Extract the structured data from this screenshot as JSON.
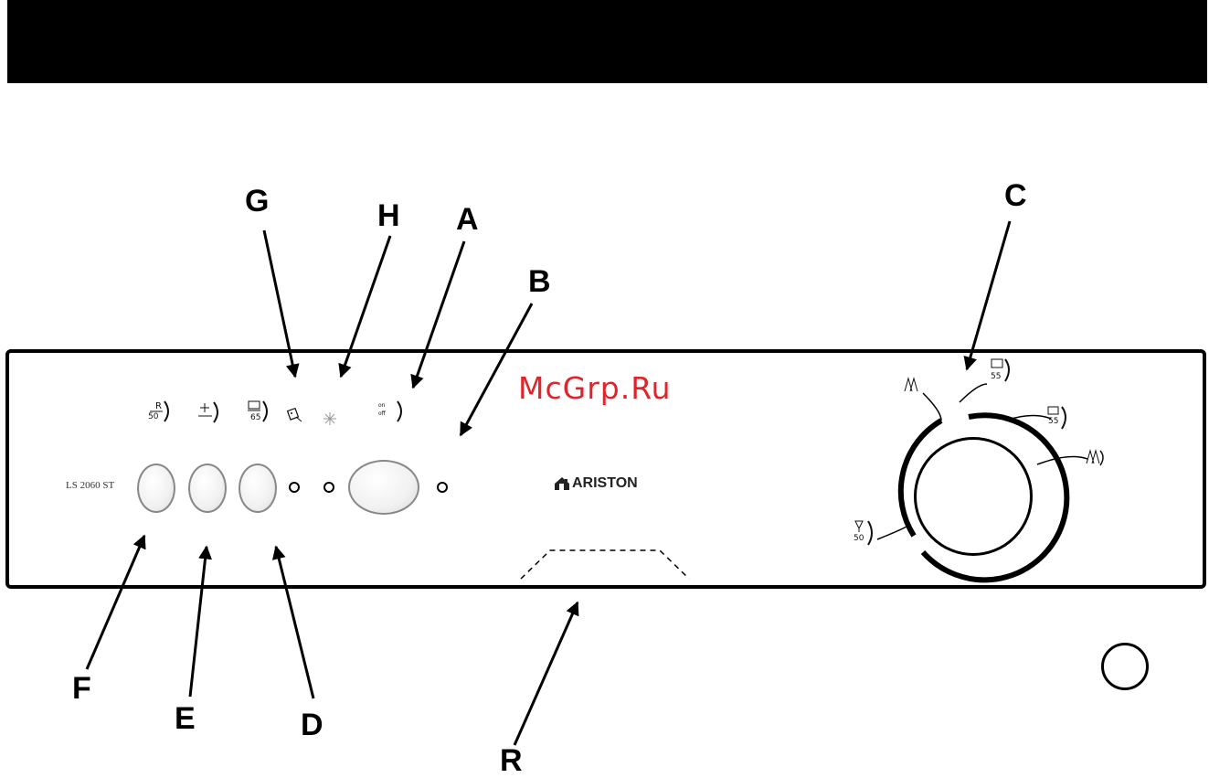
{
  "panel": {
    "model_label": "LS 2060 ST",
    "brand_name": "ARISTON",
    "watermark_text": "McGrp.Ru"
  },
  "callouts": [
    {
      "id": "G",
      "label": "G"
    },
    {
      "id": "H",
      "label": "H"
    },
    {
      "id": "A",
      "label": "A"
    },
    {
      "id": "B",
      "label": "B"
    },
    {
      "id": "C",
      "label": "C"
    },
    {
      "id": "F",
      "label": "F"
    },
    {
      "id": "E",
      "label": "E"
    },
    {
      "id": "D",
      "label": "D"
    },
    {
      "id": "R",
      "label": "R"
    }
  ],
  "button_labels": {
    "f_temp": "50",
    "d_temp": "65",
    "onoff_on": "on",
    "onoff_off": "off"
  },
  "dial_labels": {
    "top_temp": "55",
    "right_temp": "55",
    "left_temp": "50"
  },
  "colors": {
    "watermark": "#e0242a",
    "panel_border": "#000000",
    "button_border": "#888888"
  }
}
